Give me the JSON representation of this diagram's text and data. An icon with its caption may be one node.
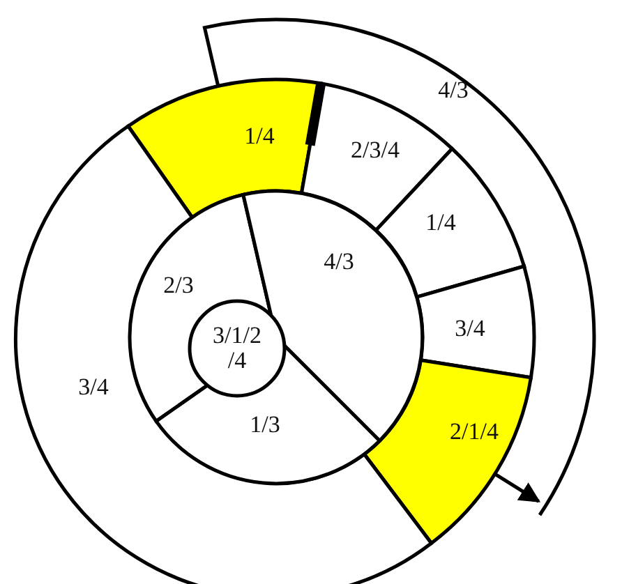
{
  "diagram": {
    "nodes": [
      {
        "text": [
          "4/3"
        ]
      },
      {
        "text": [
          "1/4"
        ]
      },
      {
        "text": [
          "2/3/4"
        ]
      },
      {
        "text": [
          "1/4"
        ]
      },
      {
        "text": [
          "3/4"
        ]
      },
      {
        "text": [
          "2/1/4"
        ]
      },
      {
        "text": [
          "3/4"
        ]
      },
      {
        "text": [
          "2/3"
        ]
      },
      {
        "text": [
          "4/3"
        ]
      },
      {
        "text": [
          "1/3"
        ]
      },
      {
        "text": [
          "3/1/2 /4"
        ]
      }
    ]
  }
}
